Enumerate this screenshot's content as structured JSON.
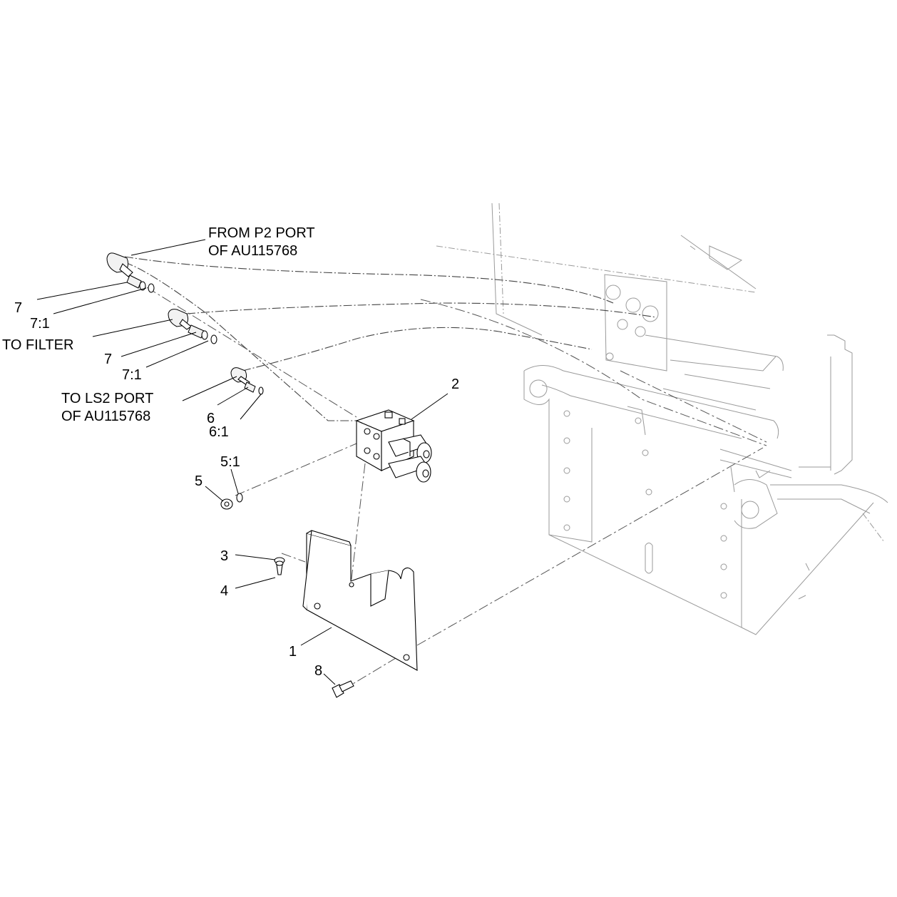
{
  "callouts": {
    "from_p2_line1": "FROM P2 PORT",
    "from_p2_line2": "OF AU115768",
    "to_filter": "TO FILTER",
    "to_ls2_line1": "TO LS2 PORT",
    "to_ls2_line2": "OF AU115768",
    "item_7_top": "7",
    "item_7_1_top": "7:1",
    "item_7_mid": "7",
    "item_7_1_mid": "7:1",
    "item_6": "6",
    "item_6_1": "6:1",
    "item_5_1": "5:1",
    "item_5": "5",
    "item_2": "2",
    "item_3": "3",
    "item_4": "4",
    "item_1": "1",
    "item_8": "8"
  },
  "colors": {
    "ink": "#000000",
    "ghost": "#9a9a9a",
    "background": "#ffffff"
  }
}
